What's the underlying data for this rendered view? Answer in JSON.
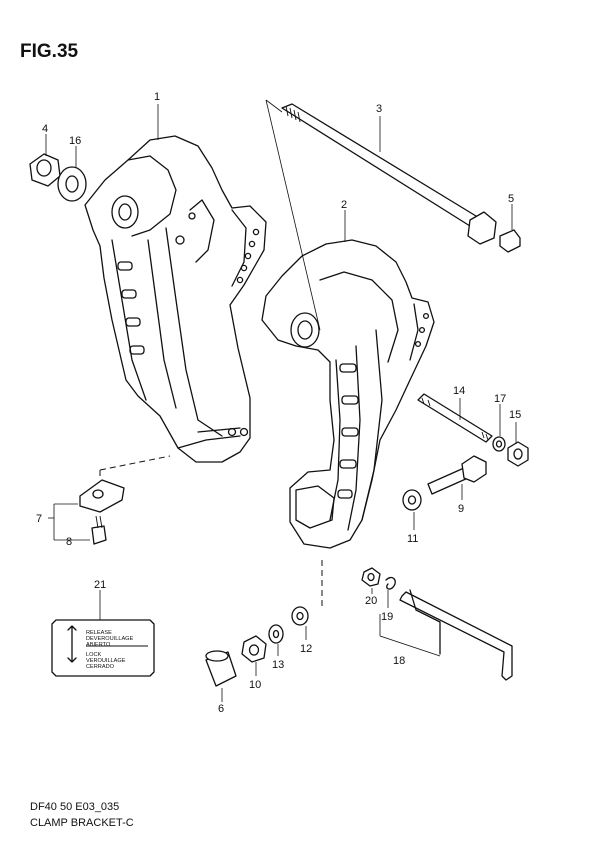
{
  "figure": {
    "title": "FIG.35"
  },
  "footer": {
    "model": "DF40 50 E03_035",
    "name": "CLAMP BRACKET-C"
  },
  "callouts": {
    "p1": "1",
    "p2": "2",
    "p3": "3",
    "p4": "4",
    "p5": "5",
    "p6": "6",
    "p7": "7",
    "p8": "8",
    "p9": "9",
    "p10": "10",
    "p11": "11",
    "p12": "12",
    "p13": "13",
    "p14": "14",
    "p15": "15",
    "p16": "16",
    "p17": "17",
    "p18": "18",
    "p19": "19",
    "p20": "20",
    "p21": "21"
  },
  "label_plate": {
    "lines": [
      "RELEASE",
      "DEVEROUILLAGE",
      "ABIERTO",
      "LOCK",
      "VEROUILLAGE",
      "CERRADO"
    ]
  }
}
